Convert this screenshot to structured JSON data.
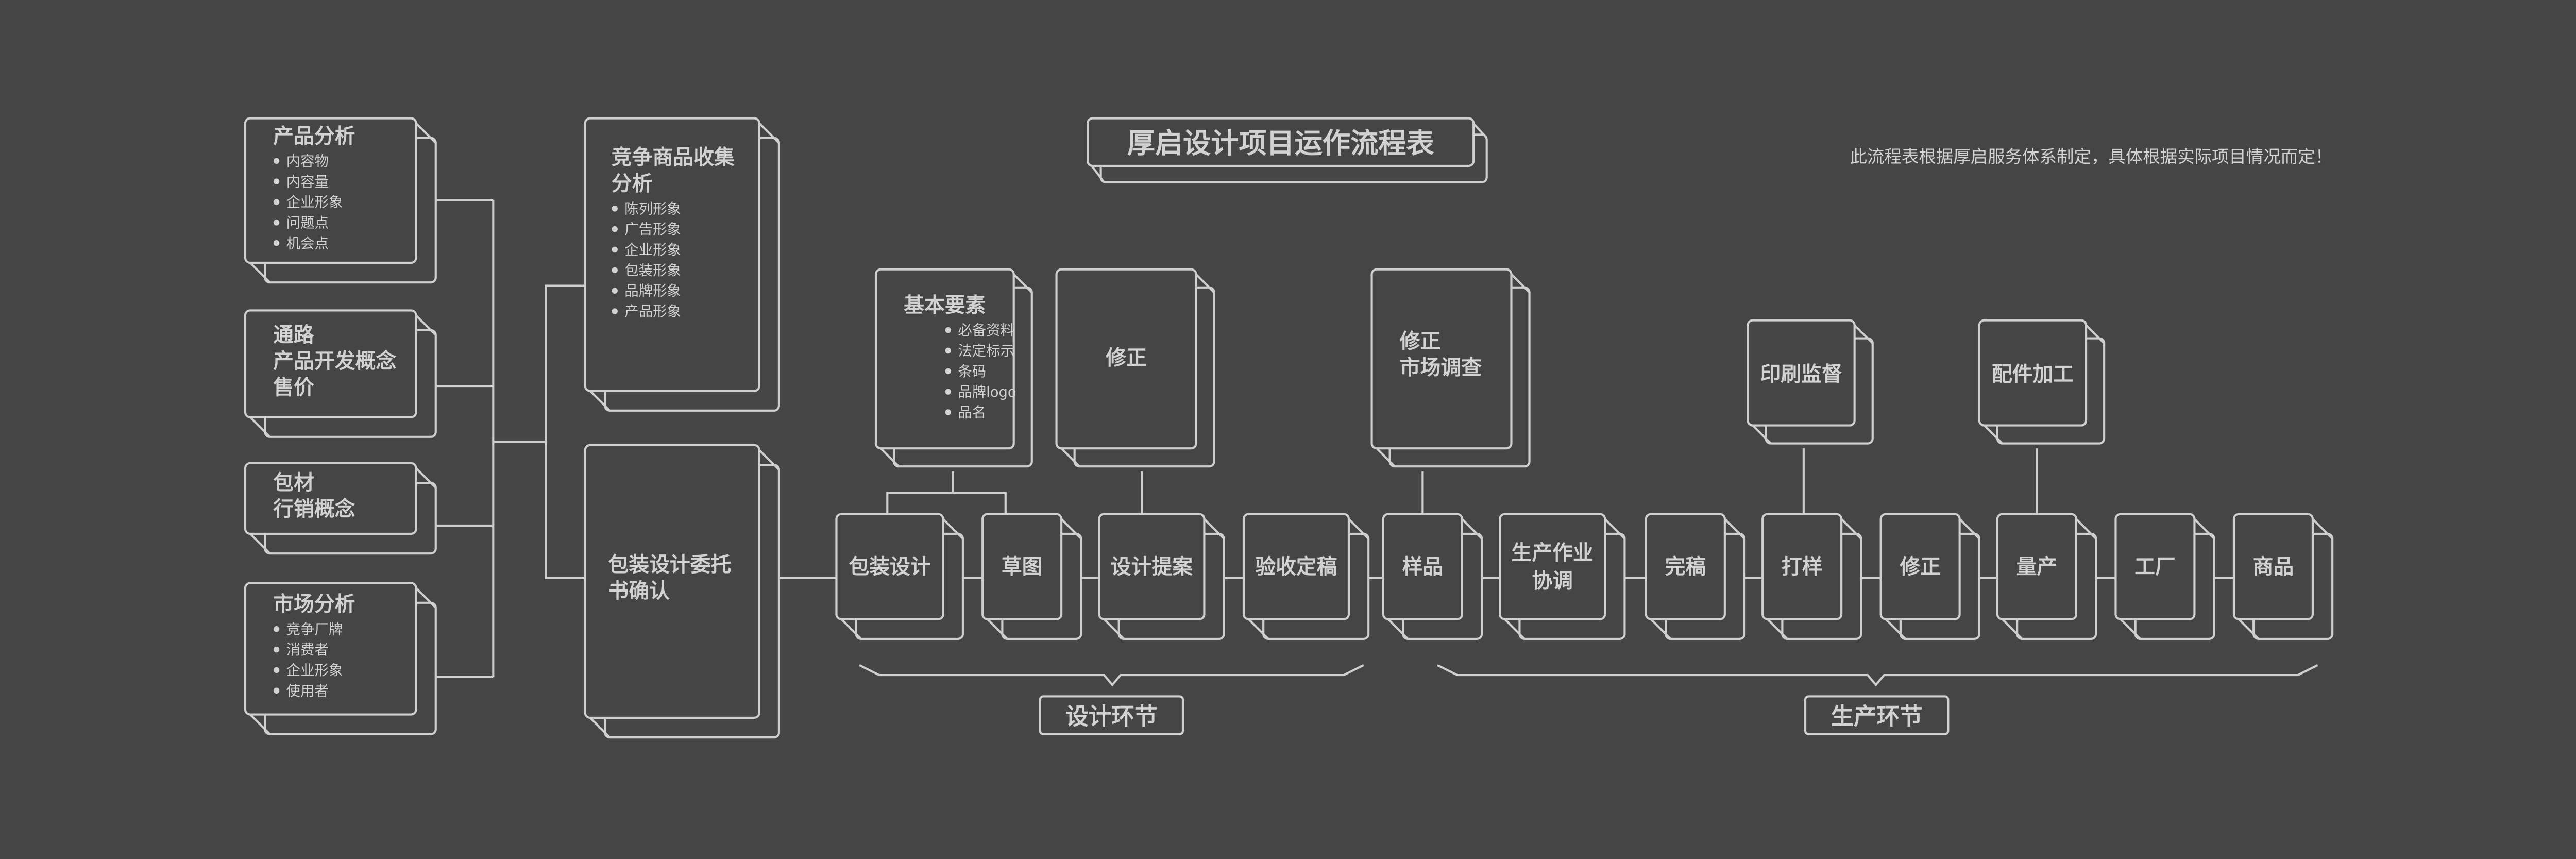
{
  "title": "厚启设计项目运作流程表",
  "note": "此流程表根据厚启服务体系制定，具体根据实际项目情况而定！",
  "left_boxes": [
    {
      "lines": [
        "产品分析"
      ],
      "bullets": [
        "内容物",
        "内容量",
        "企业形象",
        "问题点",
        "机会点"
      ]
    },
    {
      "lines": [
        "通路",
        "产品开发概念",
        "售价"
      ],
      "bullets": []
    },
    {
      "lines": [
        "包材",
        "行销概念"
      ],
      "bullets": []
    },
    {
      "lines": [
        "市场分析"
      ],
      "bullets": [
        "竞争厂牌",
        "消费者",
        "企业形象",
        "使用者"
      ]
    }
  ],
  "competitor": {
    "lines": [
      "竞争商品收集",
      "分析"
    ],
    "bullets": [
      "陈列形象",
      "广告形象",
      "企业形象",
      "包装形象",
      "品牌形象",
      "产品形象"
    ]
  },
  "commission": {
    "lines": [
      "包装设计委托",
      "书确认"
    ],
    "bullets": []
  },
  "upper_boxes": [
    {
      "lines": [
        "基本要素"
      ],
      "bullets": [
        "必备资料",
        "法定标示",
        "条码",
        "品牌logo",
        "品名"
      ]
    },
    {
      "lines": [
        "修正"
      ],
      "bullets": []
    },
    {
      "lines": [
        "修正",
        "市场调查"
      ],
      "bullets": []
    },
    {
      "lines": [
        "印刷监督"
      ],
      "bullets": []
    },
    {
      "lines": [
        "配件加工"
      ],
      "bullets": []
    }
  ],
  "chain": [
    {
      "lines": [
        "包装设计"
      ]
    },
    {
      "lines": [
        "草图"
      ]
    },
    {
      "lines": [
        "设计提案"
      ]
    },
    {
      "lines": [
        "验收定稿"
      ]
    },
    {
      "lines": [
        "样品"
      ]
    },
    {
      "lines": [
        "生产作业",
        "协调"
      ]
    },
    {
      "lines": [
        "完稿"
      ]
    },
    {
      "lines": [
        "打样"
      ]
    },
    {
      "lines": [
        "修正"
      ]
    },
    {
      "lines": [
        "量产"
      ]
    },
    {
      "lines": [
        "工厂"
      ]
    },
    {
      "lines": [
        "商品"
      ]
    }
  ],
  "sections": [
    {
      "label": "设计环节"
    },
    {
      "label": "生产环节"
    }
  ],
  "colors": {
    "background": "#454545",
    "line": "#cfcfcf",
    "text": "#d2d2d2"
  }
}
